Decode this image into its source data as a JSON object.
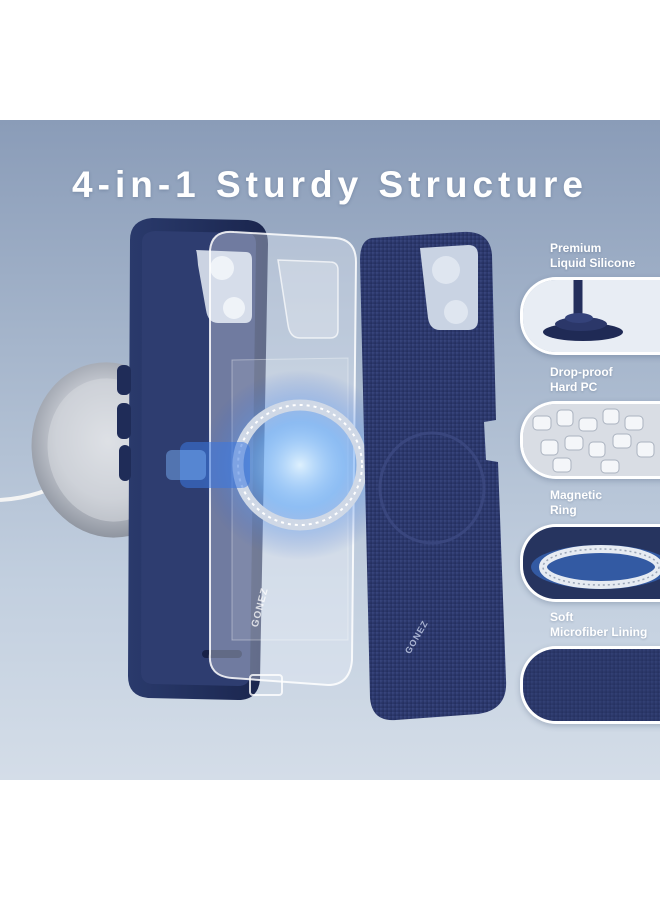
{
  "banner": {
    "title": "4-in-1 Sturdy Structure"
  },
  "brand": {
    "case_logo": "GONEZ",
    "lining_logo": "GONEZ"
  },
  "features": [
    {
      "label": "Premium\nLiquid Silicone",
      "thumb": "liquid-silicone-swirl"
    },
    {
      "label": "Drop-proof\nHard PC",
      "thumb": "clear-pc-pellets"
    },
    {
      "label": "Magnetic\nRing",
      "thumb": "magnetic-ring"
    },
    {
      "label": "Soft\nMicrofiber Lining",
      "thumb": "microfiber-fabric"
    }
  ],
  "colors": {
    "navy_case": "#1e2b55",
    "microfiber": "#2c3868",
    "background_top": "#8a9cb8",
    "background_bottom": "#d4dde8",
    "text": "#ffffff"
  }
}
